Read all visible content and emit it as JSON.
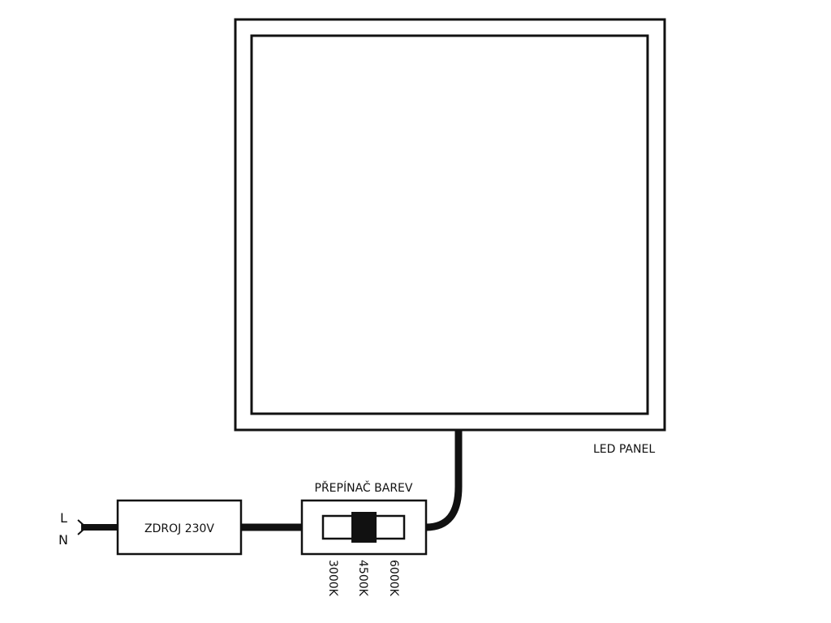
{
  "labels": {
    "panel": "LED PANEL",
    "switch": "PŘEPÍNAČ BAREV",
    "power_supply": "ZDROJ 230V",
    "live": "L",
    "neutral": "N"
  },
  "switch_positions": [
    "3000K",
    "4500K",
    "6000K"
  ],
  "colors": {
    "line": "#111111",
    "background": "#ffffff"
  }
}
